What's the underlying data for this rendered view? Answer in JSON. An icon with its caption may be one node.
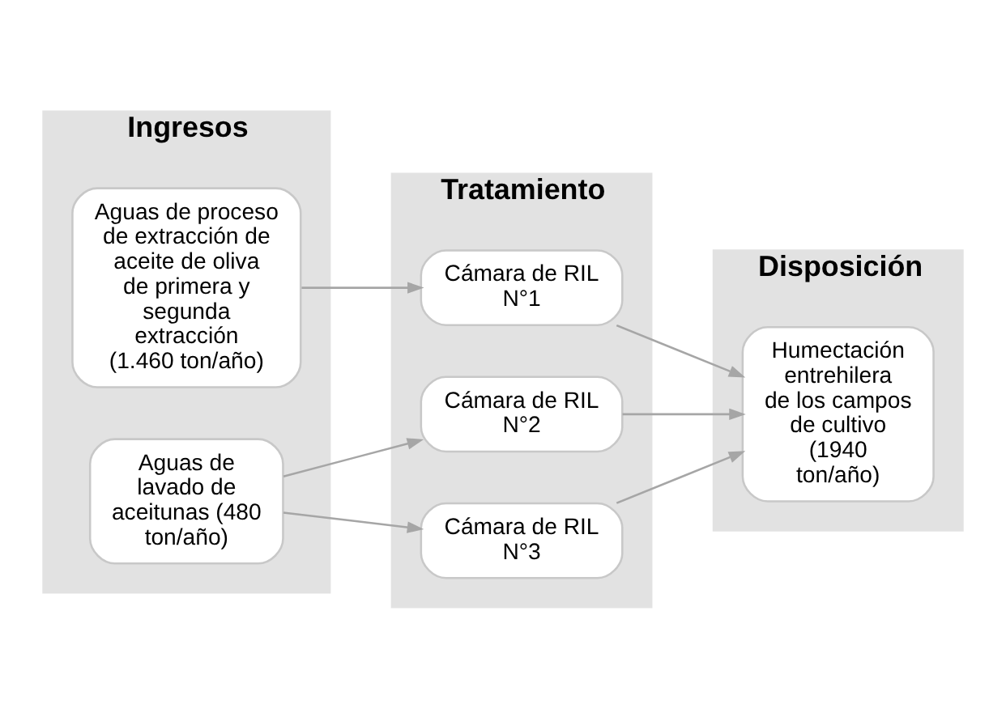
{
  "diagram": {
    "nodes": [
      {
        "text": [
          "Ingresos"
        ]
      },
      {
        "text": [
          "Aguas de proceso de extracción de aceite de oliva de primera y segunda extracción (1.460 ton/año)"
        ],
        "in": 0
      },
      {
        "text": [
          "Aguas de lavado de aceitunas (480 ton/año)"
        ],
        "in": 0
      },
      {
        "text": [
          "Tratamiento"
        ]
      },
      {
        "text": [
          "Cámara de RIL N°1"
        ],
        "in": 3
      },
      {
        "text": [
          "Cámara de RIL N°2"
        ],
        "in": 3
      },
      {
        "text": [
          "Cámara de RIL N°3"
        ],
        "in": 3
      },
      {
        "text": [
          "Disposición"
        ]
      },
      {
        "text": [
          "Humectación entrehilera de los campos de cultivo (1940 ton/año)"
        ],
        "in": 7
      }
    ],
    "edges": [
      {
        "from": 1,
        "to": 4,
        "arrow": "to"
      },
      {
        "from": 2,
        "to": 5,
        "arrow": "to"
      },
      {
        "from": 2,
        "to": 6,
        "arrow": "to"
      },
      {
        "from": 4,
        "to": 8,
        "arrow": "to"
      },
      {
        "from": 5,
        "to": 8,
        "arrow": "to"
      },
      {
        "from": 6,
        "to": 8,
        "arrow": "to"
      }
    ]
  }
}
